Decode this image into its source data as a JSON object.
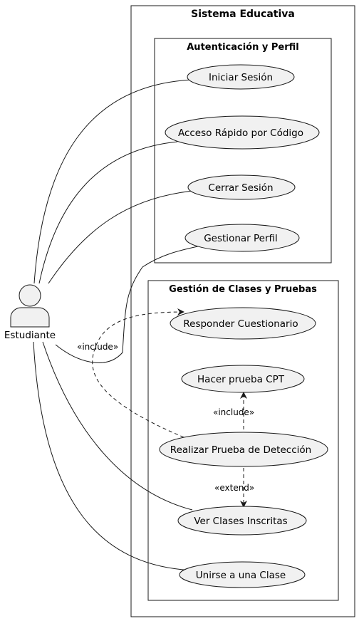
{
  "system": {
    "title": "Sistema Educativa"
  },
  "packages": [
    {
      "title": "Autenticación y Perfil"
    },
    {
      "title": "Gestión de Clases y Pruebas"
    }
  ],
  "actor": {
    "name": "Estudiante",
    "icon": "person-icon"
  },
  "use_cases": [
    {
      "id": "iniciar",
      "label": "Iniciar Sesión"
    },
    {
      "id": "acceso",
      "label": "Acceso Rápido por Código"
    },
    {
      "id": "cerrar",
      "label": "Cerrar Sesión"
    },
    {
      "id": "perfil",
      "label": "Gestionar Perfil"
    },
    {
      "id": "responder",
      "label": "Responder Cuestionario"
    },
    {
      "id": "cpt",
      "label": "Hacer prueba CPT"
    },
    {
      "id": "deteccion",
      "label": "Realizar Prueba de Detección"
    },
    {
      "id": "ver_clases",
      "label": "Ver Clases Inscritas"
    },
    {
      "id": "unirse",
      "label": "Unirse a una Clase"
    }
  ],
  "relations": [
    {
      "from": "deteccion",
      "to": "responder",
      "stereotype": "«include»"
    },
    {
      "from": "deteccion",
      "to": "cpt",
      "stereotype": "«include»"
    },
    {
      "from": "deteccion",
      "to": "ver_clases",
      "stereotype": "«extend»"
    }
  ],
  "colors": {
    "stroke": "#181818",
    "fill": "#f1f1f1",
    "background": "#ffffff"
  }
}
